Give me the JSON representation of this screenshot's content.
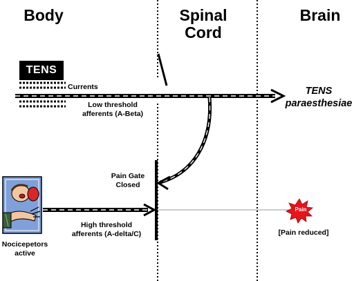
{
  "columns": {
    "body": "Body",
    "spinal_cord": [
      "Spinal",
      "Cord"
    ],
    "brain": "Brain"
  },
  "tens": {
    "device_label": "TENS",
    "currents_label": "Currents",
    "afferents_label": [
      "Low threshold",
      "afferents (A-Beta)"
    ],
    "result_label": [
      "TENS",
      "paraesthesiae"
    ]
  },
  "gate": {
    "label": [
      "Pain Gate",
      "Closed"
    ]
  },
  "pain": {
    "afferents_label": [
      "High threshold",
      "afferents (A-delta/C)"
    ],
    "source_label": [
      "Nocicepetors",
      "active"
    ],
    "burst_label": "Pain",
    "result_label": "[Pain reduced]"
  },
  "colors": {
    "pain_burst": "#e8141b",
    "line": "#000000",
    "thin_line": "#9a9a9a",
    "illustration_bg": "#7fa0d8"
  }
}
